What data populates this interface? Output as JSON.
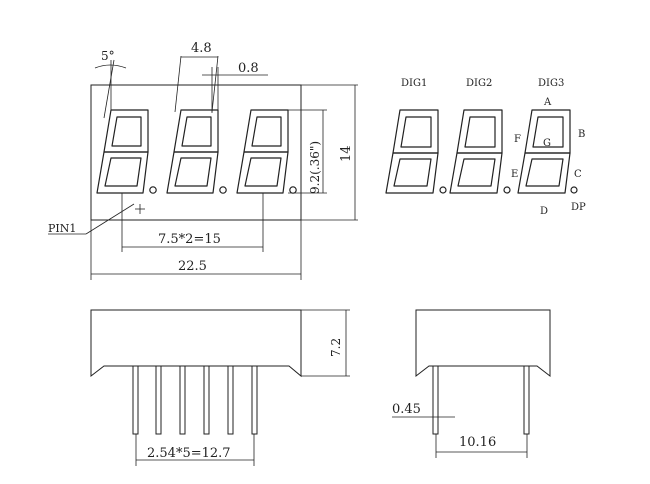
{
  "front_view": {
    "angle_label": "5°",
    "digit_width_label": "4.8",
    "segment_width_label": "0.8",
    "digit_height_label": "9.2(.36\")",
    "body_height_label": "14",
    "pitch_label": "7.5*2=15",
    "body_width_label": "22.5",
    "pin1_label": "PIN1"
  },
  "segment_map": {
    "digit_labels": [
      "DIG1",
      "DIG2",
      "DIG3"
    ],
    "segment_labels": {
      "a": "A",
      "b": "B",
      "c": "C",
      "d": "D",
      "e": "E",
      "f": "F",
      "g": "G",
      "dp": "DP"
    }
  },
  "side_view": {
    "height_label": "7.2",
    "pin_pitch_label": "2.54*5=12.7"
  },
  "end_view": {
    "pin_thickness_label": "0.45",
    "row_spacing_label": "10.16"
  }
}
